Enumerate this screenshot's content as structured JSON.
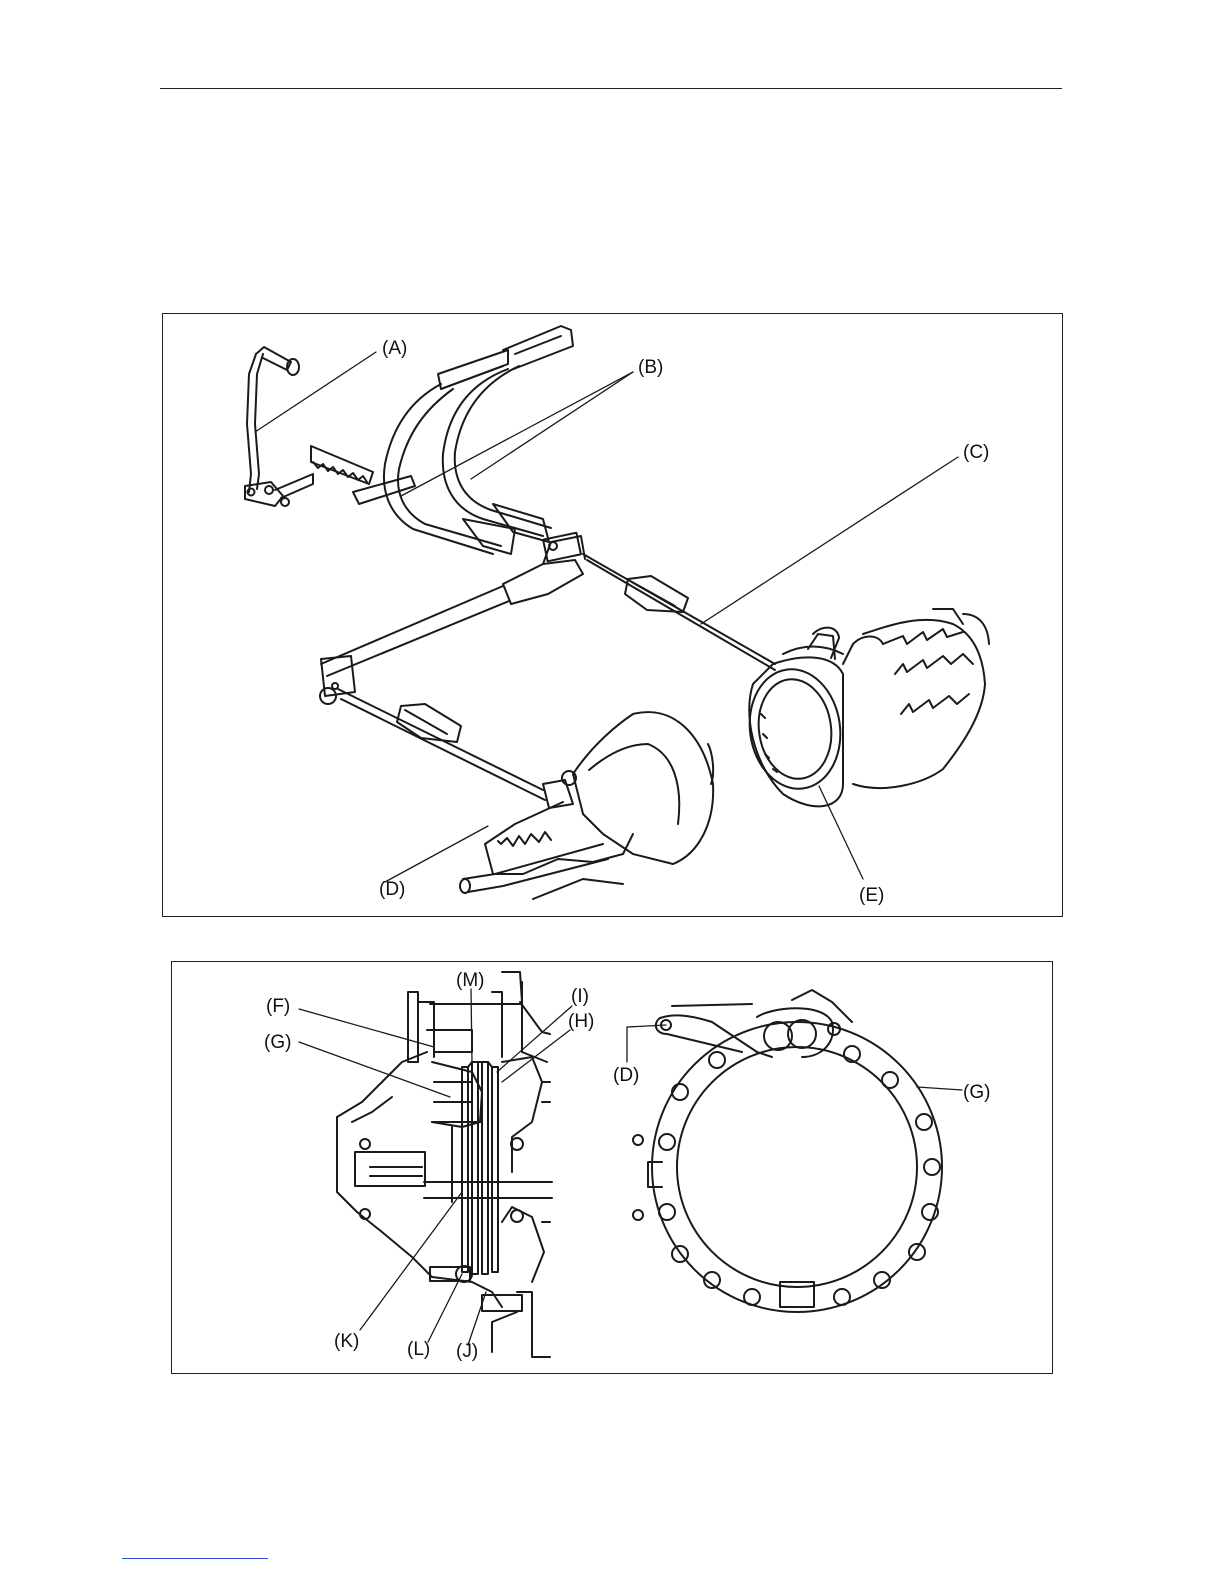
{
  "figure1": {
    "labels": {
      "a": "(A)",
      "b": "(B)",
      "c": "(C)",
      "d": "(D)",
      "e": "(E)"
    }
  },
  "figure2": {
    "labels": {
      "f": "(F)",
      "g": "(G)",
      "m": "(M)",
      "i": "(I)",
      "h": "(H)",
      "k": "(K)",
      "l": "(L)",
      "j": "(J)",
      "d": "(D)",
      "g2": "(G)"
    }
  }
}
